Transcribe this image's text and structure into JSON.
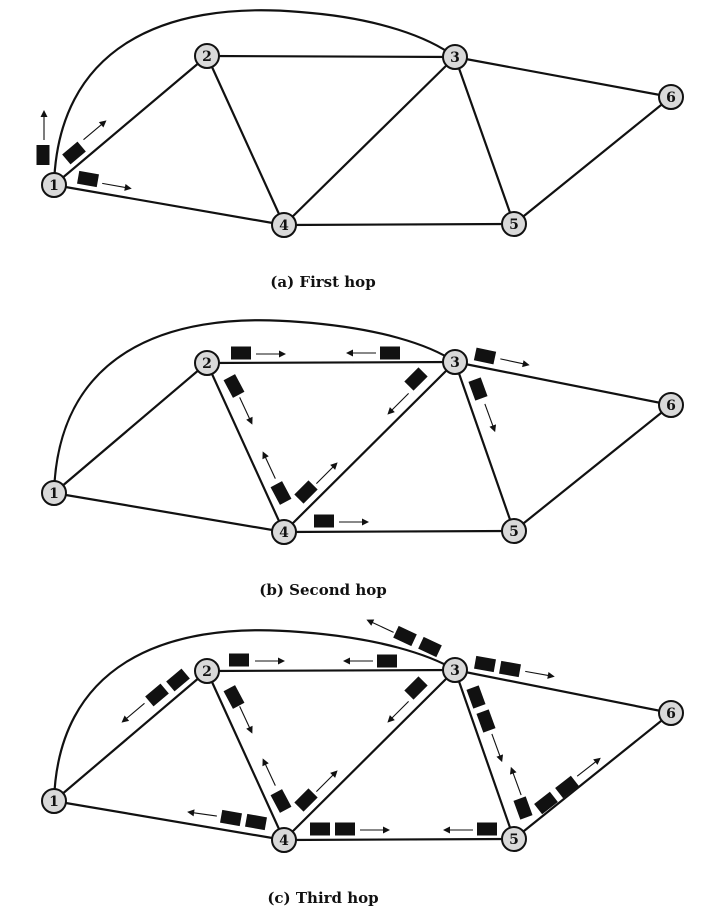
{
  "panels": [
    {
      "caption": "(a) First hop"
    },
    {
      "caption": "(b) Second hop"
    },
    {
      "caption": "(c) Third hop"
    }
  ],
  "nodes": [
    {
      "label": "1"
    },
    {
      "label": "2"
    },
    {
      "label": "3"
    },
    {
      "label": "4"
    },
    {
      "label": "5"
    },
    {
      "label": "6"
    }
  ],
  "edges": [
    [
      1,
      2
    ],
    [
      1,
      4
    ],
    [
      1,
      3
    ],
    [
      2,
      3
    ],
    [
      2,
      4
    ],
    [
      3,
      4
    ],
    [
      3,
      5
    ],
    [
      3,
      6
    ],
    [
      4,
      5
    ],
    [
      5,
      6
    ]
  ],
  "colors": {
    "node_fill": "#d9d9d9",
    "stroke": "#111111",
    "background": "#ffffff"
  }
}
